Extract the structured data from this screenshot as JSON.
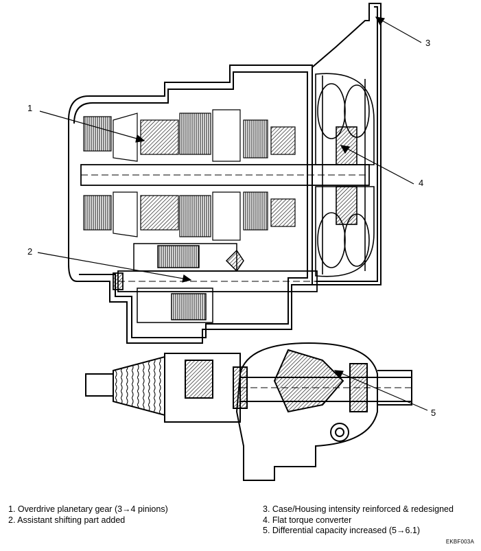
{
  "callouts": [
    {
      "number": "1"
    },
    {
      "number": "2"
    },
    {
      "number": "3"
    },
    {
      "number": "4"
    },
    {
      "number": "5"
    }
  ],
  "captions": {
    "left": [
      "1.  Overdrive planetary gear (3→4 pinions)",
      "2.  Assistant shifting part added"
    ],
    "right": [
      "3.  Case/Housing intensity reinforced & redesigned",
      "4.  Flat torque converter",
      "5.  Differential capacity increased (5→6.1)"
    ]
  },
  "figure_code": "EKBF003A"
}
